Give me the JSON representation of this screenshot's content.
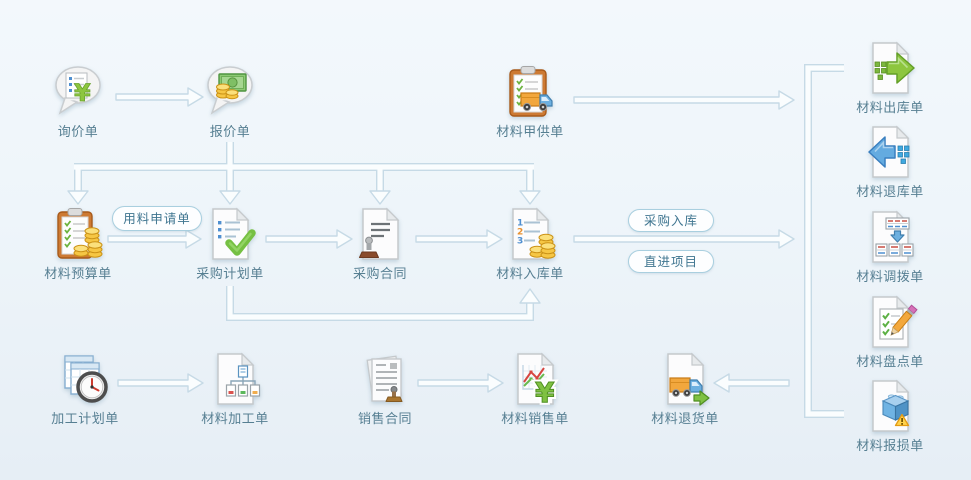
{
  "diagram": {
    "nodes": {
      "inquiry": {
        "label": "询价单"
      },
      "quotation": {
        "label": "报价单"
      },
      "owner_supplied": {
        "label": "材料甲供单"
      },
      "budget": {
        "label": "材料预算单"
      },
      "purchase_plan": {
        "label": "采购计划单"
      },
      "purchase_contract": {
        "label": "采购合同"
      },
      "inbound": {
        "label": "材料入库单"
      },
      "processing_plan": {
        "label": "加工计划单"
      },
      "processing": {
        "label": "材料加工单"
      },
      "sales_contract": {
        "label": "销售合同"
      },
      "sales": {
        "label": "材料销售单"
      },
      "returns": {
        "label": "材料退货单"
      },
      "outbound": {
        "label": "材料出库单"
      },
      "stock_return": {
        "label": "材料退库单"
      },
      "transfer": {
        "label": "材料调拨单"
      },
      "stocktake": {
        "label": "材料盘点单"
      },
      "damage": {
        "label": "材料报损单"
      }
    },
    "edge_labels": {
      "material_request": "用料申请单",
      "purchase_inbound": "采购入库",
      "direct_to_project": "直进项目"
    },
    "glyphs": {
      "yen": "¥",
      "one": "1",
      "two": "2",
      "three": "3",
      "bang": "!"
    },
    "colors": {
      "background": "#eef5fa",
      "label_text": "#567f92",
      "pill_text": "#3f7590",
      "pill_border": "#a9cfdf",
      "connector": "#c6dae6",
      "green_accent": "#8dc63f",
      "blue_accent": "#64abe0",
      "gold_accent": "#f6c644",
      "orange_accent": "#f2a73d"
    }
  }
}
